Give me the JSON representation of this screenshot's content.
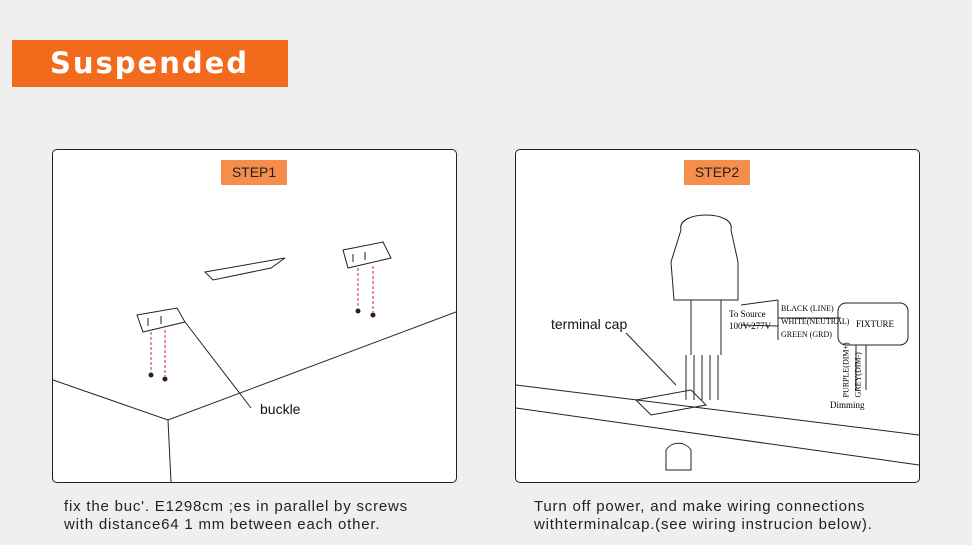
{
  "header": {
    "title": "Suspended"
  },
  "step1": {
    "label": "STEP1",
    "buckle_label": "buckle",
    "caption_line1": "fix the buc'. E1298cm ;es in parallel by screws",
    "caption_line2": "with distance64 1 mm between each other."
  },
  "step2": {
    "label": "STEP2",
    "terminal_label": "terminal cap",
    "caption_line1": "Turn off power, and make wiring connections",
    "caption_line2": "withterminalcap.(see wiring instrucion below).",
    "wiring": {
      "source": "To Source",
      "voltage": "100V-277V",
      "black": "BLACK (LINE)",
      "white": "WHITE(NEUTRAL)",
      "green": "GREEN (GRD)",
      "fixture": "FIXTURE",
      "purple": "PURPLE(DIM+)",
      "grey": "GREY(DIM-)",
      "dimming": "Dimming"
    }
  },
  "colors": {
    "accent": "#f26b1d",
    "step_bg": "#f58d4b"
  }
}
